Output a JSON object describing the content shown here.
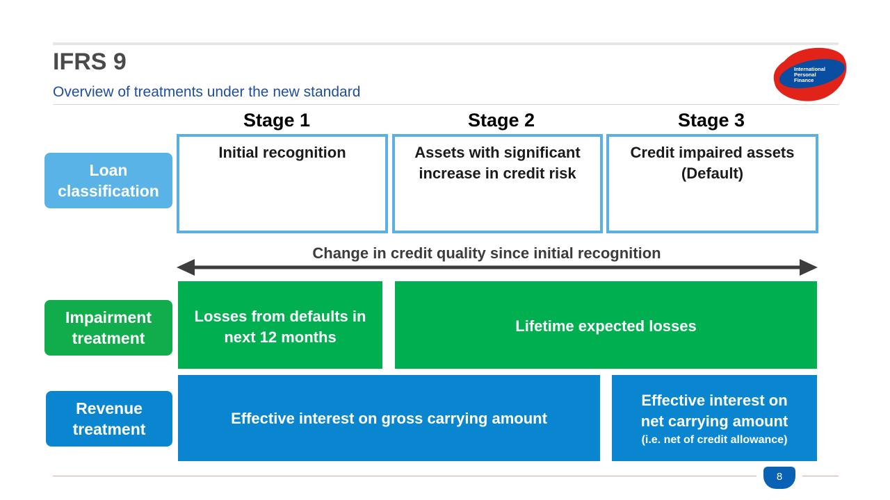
{
  "header": {
    "title": "IFRS 9",
    "subtitle": "Overview of treatments under the new standard"
  },
  "logo": {
    "line1": "International",
    "line2": "Personal",
    "line3": "Finance"
  },
  "stages": [
    {
      "heading": "Stage 1",
      "line1": "Initial recognition",
      "line2": ""
    },
    {
      "heading": "Stage 2",
      "line1": "Assets with significant",
      "line2": "increase in credit risk"
    },
    {
      "heading": "Stage 3",
      "line1": "Credit impaired assets",
      "line2": "(Default)"
    }
  ],
  "rows": {
    "loan": {
      "line1": "Loan",
      "line2": "classification"
    },
    "impairment": {
      "line1": "Impairment",
      "line2": "treatment"
    },
    "revenue": {
      "line1": "Revenue",
      "line2": "treatment"
    }
  },
  "change_label": "Change in credit quality since initial recognition",
  "impairment_boxes": {
    "stage1_line1": "Losses from defaults in",
    "stage1_line2": "next 12 months",
    "stage23": "Lifetime expected losses"
  },
  "revenue_boxes": {
    "stage12": "Effective interest on gross carrying amount",
    "stage3_line1": "Effective interest on",
    "stage3_line2": "net carrying amount",
    "stage3_note": "(i.e. net of credit allowance)"
  },
  "page_number": "8",
  "colors": {
    "stage_border": "#5ab0e2",
    "impairment_green": "#00b050",
    "revenue_blue": "#0a86d1",
    "subtitle_blue": "#1f4e9e"
  }
}
